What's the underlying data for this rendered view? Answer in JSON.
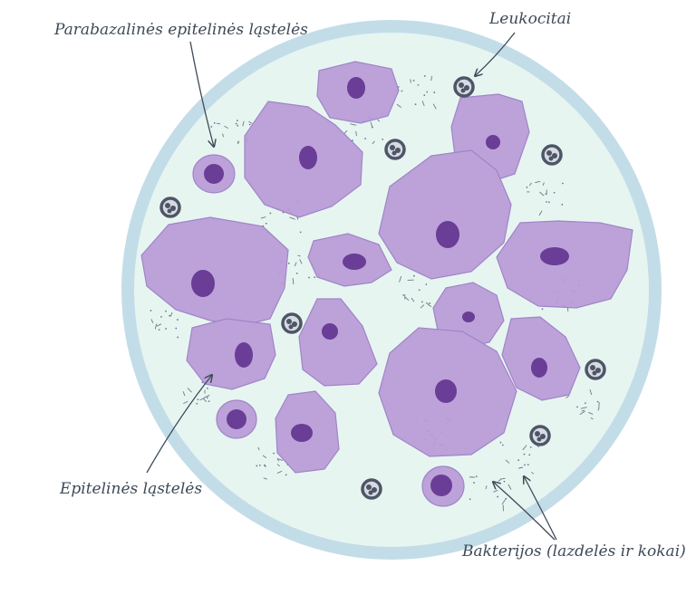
{
  "labels": {
    "parabasal": "Parabazalinės epitelinės ląstelės",
    "leukocytes": "Leukocitai",
    "epithelial": "Epitelinės ląstelės",
    "bacteria": "Bakterijos (lazdelės ir kokai)"
  },
  "colors": {
    "rim": "#c3dde8",
    "field": "#e7f5f1",
    "cytoplasm": "#b99bd8",
    "cytoplasm_edge": "#9a7cc4",
    "nucleus": "#6a3d96",
    "leukocyte_ring": "#4d5566",
    "leukocyte_fill": "#d7dae2",
    "label_text": "#3e4a57"
  }
}
